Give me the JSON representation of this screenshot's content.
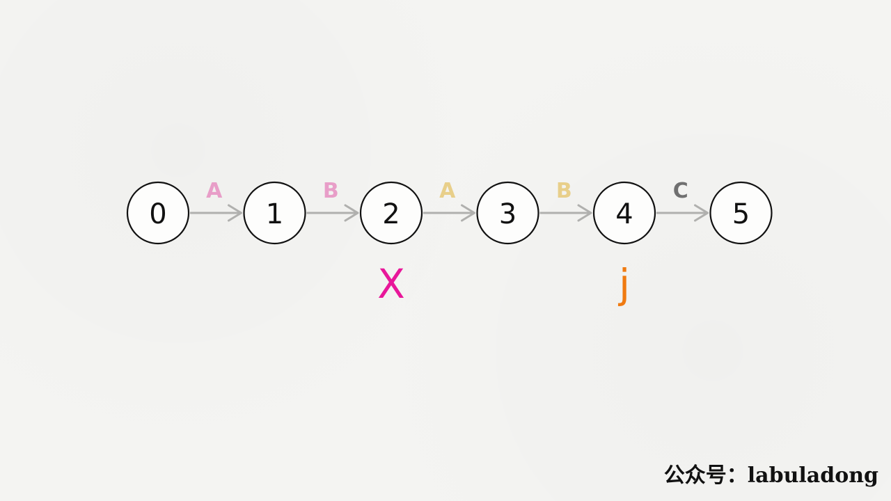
{
  "nodes": [
    {
      "label": "0"
    },
    {
      "label": "1"
    },
    {
      "label": "2"
    },
    {
      "label": "3"
    },
    {
      "label": "4"
    },
    {
      "label": "5"
    }
  ],
  "edges": [
    {
      "label": "A",
      "color": "#e89ec8"
    },
    {
      "label": "B",
      "color": "#e89ec8"
    },
    {
      "label": "A",
      "color": "#e8cf8a"
    },
    {
      "label": "B",
      "color": "#e8cf8a"
    },
    {
      "label": "C",
      "color": "#707070"
    }
  ],
  "pointers": [
    {
      "label": "X",
      "node": 2,
      "color": "#e8179a"
    },
    {
      "label": "j",
      "node": 4,
      "color": "#f07a10"
    }
  ],
  "watermark": "公众号：labuladong"
}
